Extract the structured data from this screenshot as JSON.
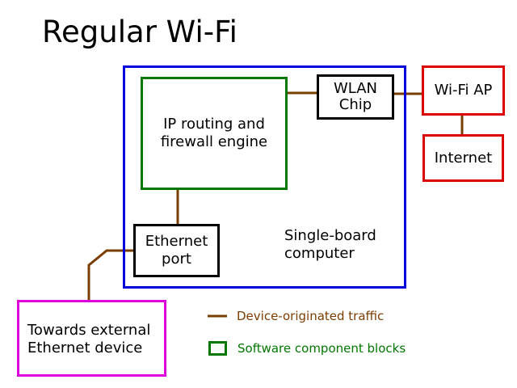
{
  "title": "Regular Wi-Fi",
  "blocks": {
    "sbc_label": [
      "Single-board",
      "computer"
    ],
    "ip_engine": [
      "IP routing and",
      "firewall engine"
    ],
    "wlan_chip": [
      "WLAN",
      "Chip"
    ],
    "ethernet_port": [
      "Ethernet",
      "port"
    ],
    "wifi_ap": "Wi-Fi AP",
    "internet": "Internet",
    "external_device": [
      "Towards external",
      "Ethernet device"
    ]
  },
  "legend": {
    "traffic": "Device-originated traffic",
    "software": "Software component blocks"
  },
  "colors": {
    "sbc_border": "#0000dd",
    "software_block": "#007700",
    "hardware_block": "#000000",
    "external_block": "#dd0000",
    "external_device_block": "#dd00dd",
    "traffic_line": "#7a3d00",
    "traffic_text": "#7a3d00",
    "software_text": "#007700"
  }
}
